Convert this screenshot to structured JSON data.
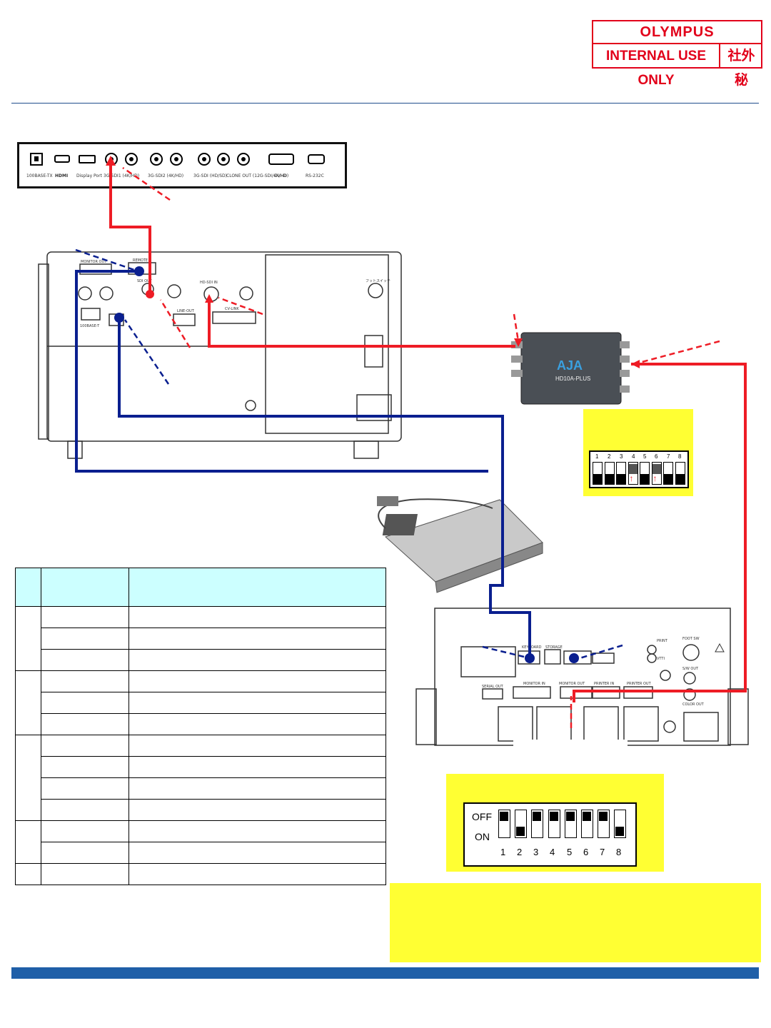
{
  "badge": {
    "brand": "OLYMPUS",
    "internal": "INTERNAL USE ONLY",
    "jp": "社外秘"
  },
  "monitor_panel": {
    "ports": [
      "100BASE-TX",
      "HDMI",
      "Display Port",
      "3G-SDI1 (4K/HD)",
      "3G-SDI2 (4K/HD)",
      "3G-SDI (HD/SD)",
      "CLONE OUT (12G-SDI/4K/HD)",
      "DVI-D",
      "RS-232C"
    ]
  },
  "processor": {
    "labels": [
      "MONITOR OUT",
      "REMOTE",
      "SDI OUT",
      "HD-SDI IN",
      "CV-LINK",
      "LINE-OUT",
      "100BASE-T",
      "フットスイッチ"
    ]
  },
  "converter": {
    "brand": "AJA",
    "model": "HD10A-PLUS"
  },
  "recorder": {
    "labels": [
      "KEYBOARD",
      "STORAGE",
      "MONITOR IN",
      "MONITOR OUT",
      "PRINTER IN",
      "PRINTER OUT",
      "SERIAL OUT",
      "FOOT SW",
      "S/W OUT",
      "COLOR OUT",
      "PRINT",
      "VTTI"
    ]
  },
  "dip_small": {
    "numbers": [
      "1",
      "2",
      "3",
      "4",
      "5",
      "6",
      "7",
      "8"
    ],
    "on": [
      4,
      6
    ]
  },
  "dip_large": {
    "off_label": "OFF",
    "on_label": "ON",
    "numbers": [
      "1",
      "2",
      "3",
      "4",
      "5",
      "6",
      "7",
      "8"
    ],
    "on": [
      2,
      8
    ]
  },
  "colors": {
    "red": "#ee1c25",
    "blue": "#0a1f8f",
    "yellow": "#ffff33",
    "header": "#ccffff",
    "brand": "#e2001a"
  }
}
